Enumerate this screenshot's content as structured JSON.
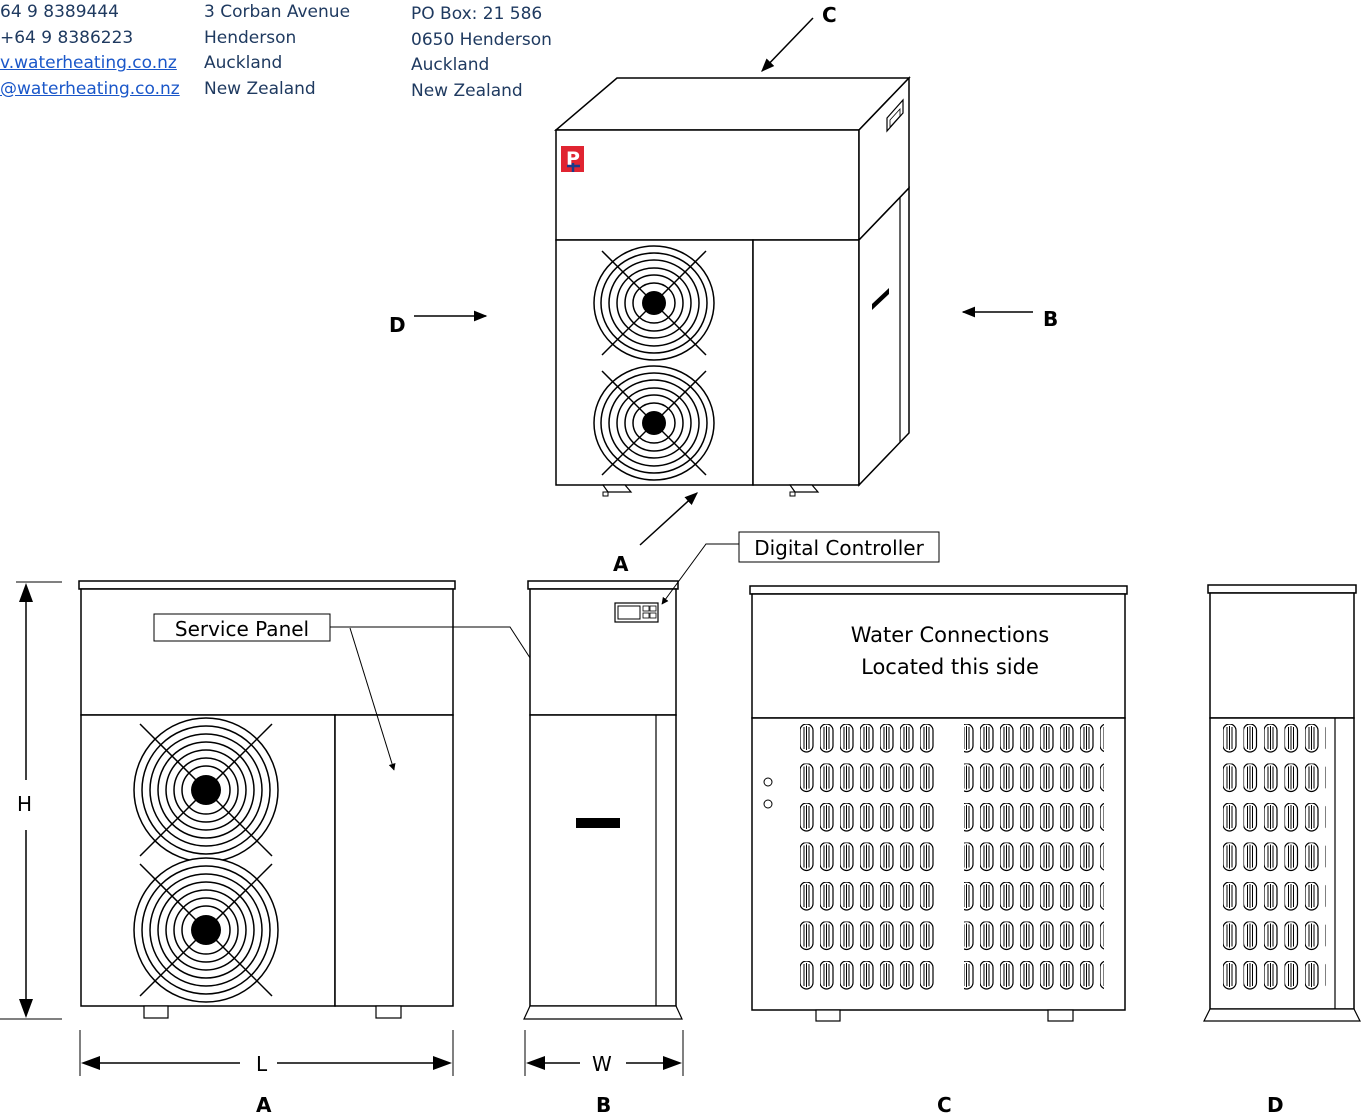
{
  "contact": {
    "phone": "64 9 8389444",
    "fax": "+64 9 8386223",
    "website": "v.waterheating.co.nz",
    "email": "@waterheating.co.nz"
  },
  "street_address": {
    "line1": "3 Corban Avenue",
    "line2": "Henderson",
    "line3": "Auckland",
    "line4": "New Zealand"
  },
  "postal_address": {
    "line1": "PO Box: 21 586",
    "line2": "0650 Henderson",
    "line3": "Auckland",
    "line4": "New Zealand"
  },
  "iso_view": {
    "arrow_labels": {
      "top": "C",
      "left": "D",
      "right": "B",
      "front": "A"
    }
  },
  "callouts": {
    "digital_controller": "Digital Controller",
    "service_panel": "Service Panel",
    "water_line1": "Water Connections",
    "water_line2": "Located this side"
  },
  "dimensions": {
    "height": "H",
    "length": "L",
    "width": "W"
  },
  "view_labels": {
    "a": "A",
    "b": "B",
    "c": "C",
    "d": "D"
  },
  "colors": {
    "logo_red": "#e02431",
    "logo_blue": "#1a3a8a",
    "text_blue": "#1f3a60",
    "link_blue": "#1a57c9"
  }
}
